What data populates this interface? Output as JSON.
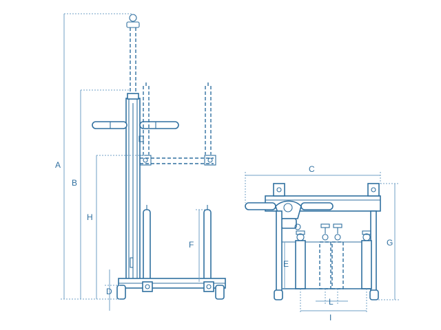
{
  "dimension_labels": {
    "a": "A",
    "b": "B",
    "c": "C",
    "d": "D",
    "e": "E",
    "f": "F",
    "g": "G",
    "h": "H",
    "i": "I",
    "l": "L"
  },
  "colors": {
    "line": "#2f6f9f",
    "dimension": "#6f9fc4"
  }
}
